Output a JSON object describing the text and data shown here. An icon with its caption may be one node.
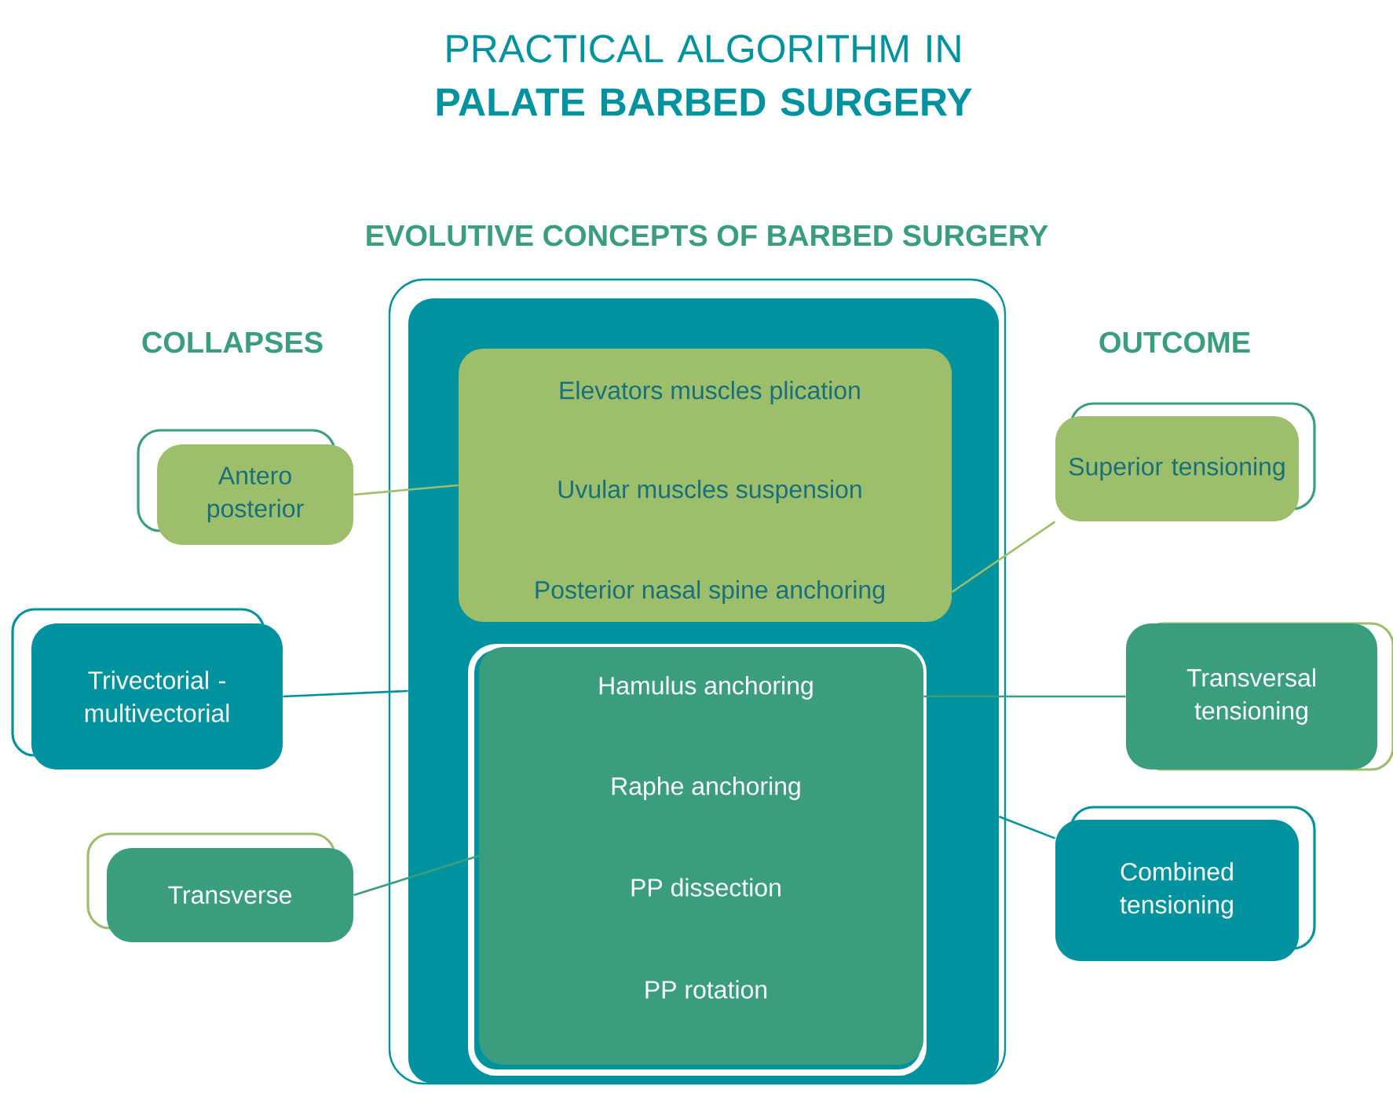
{
  "diagram": {
    "title": "PRACTICAL ALGORITHM IN **PALATE BARBED SURGERY**",
    "nodes": [
      {
        "text": [
          "EVOLUTIVE CONCEPTS OF BARBED SURGERY"
        ]
      },
      {
        "text": [
          "Elevators muscles plication",
          "Uvular muscles suspension",
          "Posterior nasal spine anchoring"
        ],
        "in": 0
      },
      {
        "text": [
          "Hamulus anchoring",
          "Raphe anchoring",
          "PP dissection",
          "PP rotation"
        ],
        "in": 0
      },
      {
        "text": [
          "Antero posterior"
        ]
      },
      {
        "text": [
          "Trivectorial - multivectorial"
        ]
      },
      {
        "text": [
          "Transverse"
        ]
      },
      {
        "text": [
          "Superior tensioning"
        ]
      },
      {
        "text": [
          "Transversal tensioning"
        ]
      },
      {
        "text": [
          "Combined tensioning"
        ]
      }
    ],
    "edges": [
      {
        "from": 3,
        "to": 1,
        "arrow": "none",
        "color": "#9dbf6c"
      },
      {
        "from": 4,
        "to": 0,
        "arrow": "none",
        "color": "#00939f"
      },
      {
        "from": 5,
        "to": 2,
        "arrow": "none",
        "color": "#3a9e7e"
      },
      {
        "from": 1,
        "to": 6,
        "arrow": "none",
        "color": "#9dbf6c"
      },
      {
        "from": 2,
        "to": 7,
        "arrow": "none",
        "color": "#3a9e7e"
      },
      {
        "from": 0,
        "to": 8,
        "arrow": "none",
        "color": "#00939f"
      }
    ],
    "labels": [
      "COLLAPSES",
      "OUTCOME"
    ]
  }
}
